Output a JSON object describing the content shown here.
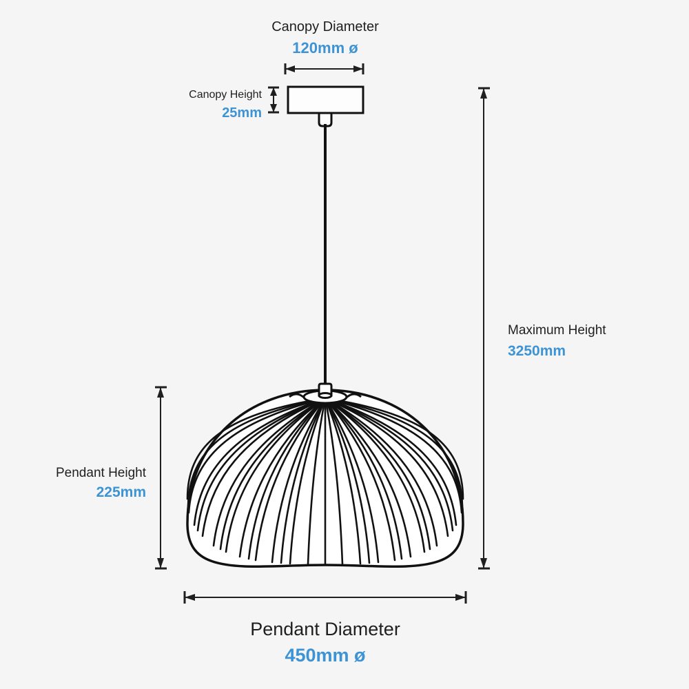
{
  "diagram": {
    "title": "Pendant light dimension drawing",
    "background_color": "#f5f5f5",
    "accent_color": "#3d93d3",
    "line_color": "#1f1f1f"
  },
  "dimensions": {
    "canopy_diameter": {
      "label": "Canopy Diameter",
      "value": "120mm ø",
      "number": 120,
      "unit": "mm",
      "symbol": "ø"
    },
    "canopy_height": {
      "label": "Canopy Height",
      "value": "25mm",
      "number": 25,
      "unit": "mm",
      "symbol": ""
    },
    "maximum_height": {
      "label": "Maximum Height",
      "value": "3250mm",
      "number": 3250,
      "unit": "mm",
      "symbol": ""
    },
    "pendant_height": {
      "label": "Pendant Height",
      "value": "225mm",
      "number": 225,
      "unit": "mm",
      "symbol": ""
    },
    "pendant_diameter": {
      "label": "Pendant Diameter",
      "value": "450mm ø",
      "number": 450,
      "unit": "mm",
      "symbol": "ø"
    }
  }
}
